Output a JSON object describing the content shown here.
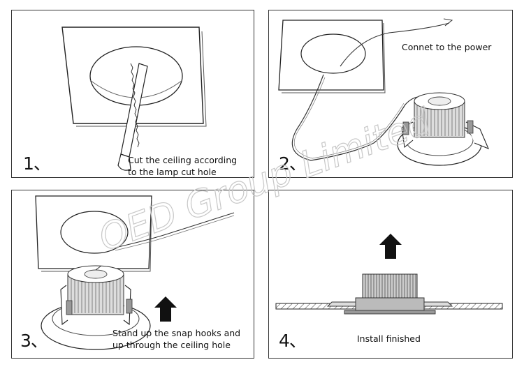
{
  "steps": [
    {
      "number": "1、",
      "caption_line1": "Cut the ceiling according",
      "caption_line2": "to the lamp cut hole"
    },
    {
      "number": "2、",
      "caption_line1": "Connet to the power",
      "caption_line2": ""
    },
    {
      "number": "3、",
      "caption_line1": "Stand up the snap hooks and",
      "caption_line2": "up through the ceiling hole"
    },
    {
      "number": "4、",
      "caption_line1": "Install finished",
      "caption_line2": ""
    }
  ],
  "watermark": "OED Group Limited",
  "icons": [
    "saw-icon",
    "up-arrow-icon",
    "downlight-icon",
    "power-cable-icon"
  ]
}
